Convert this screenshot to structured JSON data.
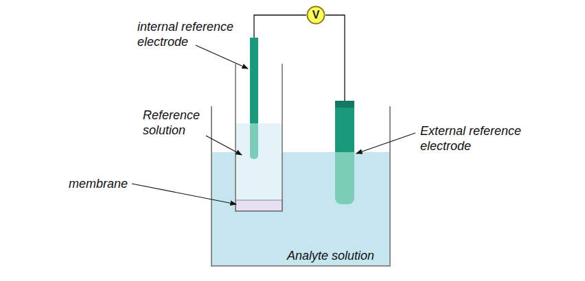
{
  "diagram": {
    "nodes": [
      {
        "text": [
          "V"
        ]
      }
    ],
    "labels": [
      "internal reference electrode",
      "Reference solution",
      "membrane",
      "External reference electrode",
      "Analyte solution"
    ]
  }
}
